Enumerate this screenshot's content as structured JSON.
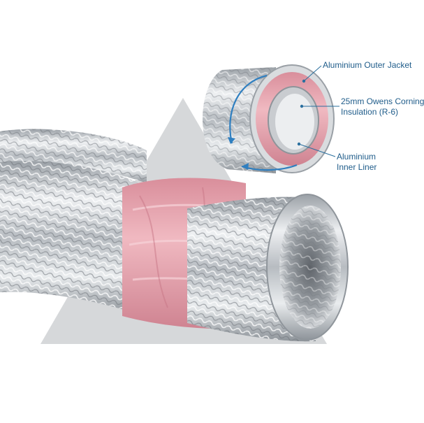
{
  "callouts": {
    "outer_jacket": {
      "line1": "Aluminium Outer Jacket"
    },
    "insulation": {
      "line1": "25mm Owens Corning",
      "line2": "Insulation (R-6)"
    },
    "inner_liner": {
      "line1": "Aluminium",
      "line2": "Inner Liner"
    }
  },
  "colors": {
    "callout_text": "#1f5c8a",
    "callout_line": "#2a6f9e",
    "arrow": "#2f7fc0",
    "insulation_pink": "#e9a7b0",
    "foil_light": "#e6e9ec",
    "foil_dark": "#8c9197",
    "background_triangle": "#d6d8da"
  }
}
